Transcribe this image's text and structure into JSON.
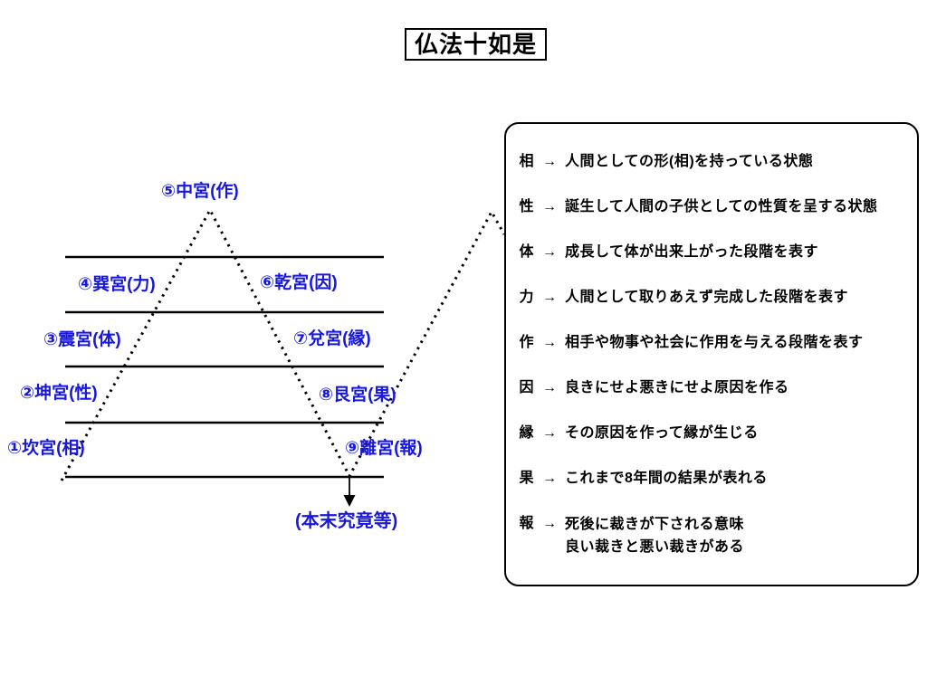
{
  "title": "仏法十如是",
  "colors": {
    "label_blue": "#1717E0",
    "line_black": "#000000",
    "background": "#FFFFFF"
  },
  "diagram": {
    "stations": [
      {
        "label": "①坎宮(相)"
      },
      {
        "label": "②坤宮(性)"
      },
      {
        "label": "③震宮(体)"
      },
      {
        "label": "④巽宮(力)"
      },
      {
        "label": "⑤中宮(作)"
      },
      {
        "label": "⑥乾宮(因)"
      },
      {
        "label": "⑦兌宮(縁)"
      },
      {
        "label": "⑧艮宮(果)"
      },
      {
        "label": "⑨離宮(報)"
      }
    ],
    "bottom_label": "(本末究竟等)"
  },
  "legend": {
    "arrow": "→",
    "entries": [
      {
        "term": "相",
        "desc": "人間としての形(相)を持っている状態"
      },
      {
        "term": "性",
        "desc": "誕生して人間の子供としての性質を呈する状態"
      },
      {
        "term": "体",
        "desc": "成長して体が出来上がった段階を表す"
      },
      {
        "term": "力",
        "desc": "人間として取りあえず完成した段階を表す"
      },
      {
        "term": "作",
        "desc": "相手や物事や社会に作用を与える段階を表す"
      },
      {
        "term": "因",
        "desc": "良きにせよ悪きにせよ原因を作る"
      },
      {
        "term": "縁",
        "desc": "その原因を作って縁が生じる"
      },
      {
        "term": "果",
        "desc": "これまで8年間の結果が表れる"
      },
      {
        "term": "報",
        "desc": "死後に裁きが下される意味",
        "desc2": "良い裁きと悪い裁きがある"
      }
    ]
  }
}
